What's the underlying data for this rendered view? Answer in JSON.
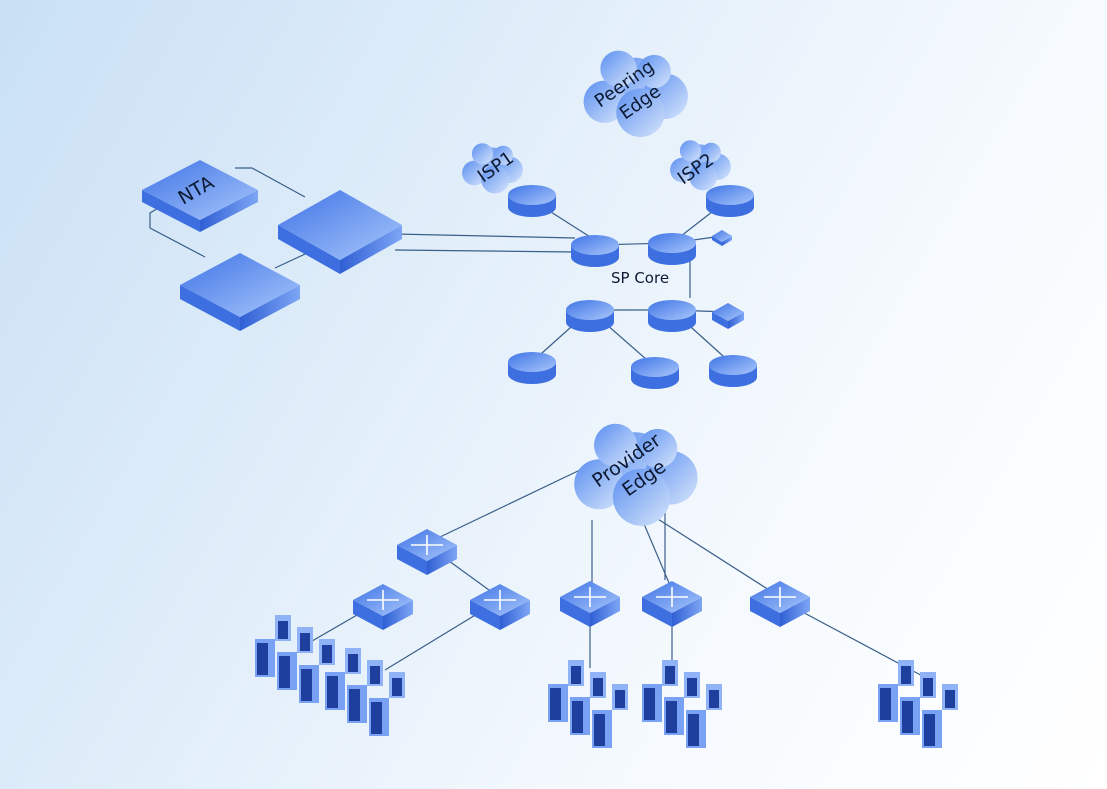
{
  "labels": {
    "peering_edge": [
      "Peering",
      "Edge"
    ],
    "isp1": "ISP1",
    "isp2": "ISP2",
    "nta": "NTA",
    "sp_core": "SP Core",
    "provider_edge": [
      "Provider",
      "Edge"
    ]
  },
  "colors": {
    "device_top": "#5b8ff0",
    "device_side": "#3d6fe0",
    "device_dark": "#1e3f9e",
    "line": "#3a5f8a",
    "cloud": "#7aa6f2"
  }
}
